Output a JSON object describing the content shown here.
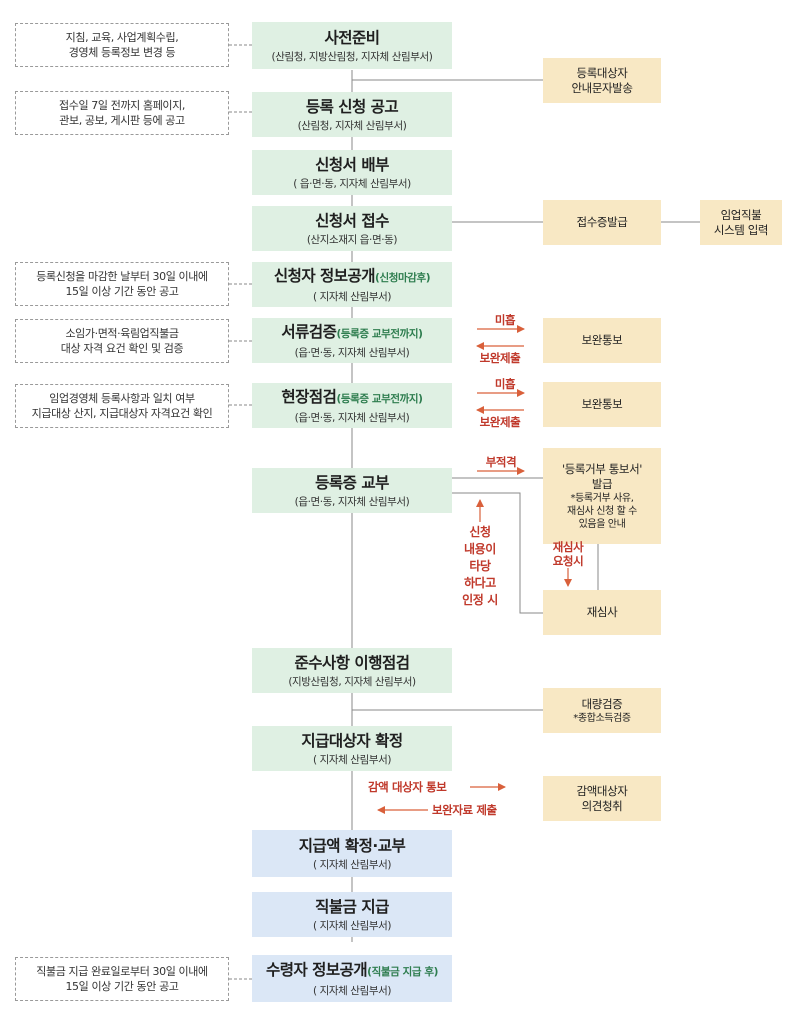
{
  "steps": {
    "s1": {
      "title": "사전준비",
      "sub": "(산림청, 지방산림청, 지자체 산림부서)"
    },
    "s2": {
      "title": "등록 신청 공고",
      "sub": "(산림청, 지자체 산림부서)"
    },
    "s3": {
      "title": "신청서 배부",
      "sub": "( 읍·면·동, 지자체 산림부서)"
    },
    "s4": {
      "title": "신청서 접수",
      "sub": "(산지소재지 읍·면·동)"
    },
    "s5": {
      "title": "신청자 정보공개",
      "tag": "(신청마감후)",
      "sub": "( 지자체 산림부서)"
    },
    "s6": {
      "title": "서류검증",
      "tag": "(등록증 교부전까지)",
      "sub": "(읍·면·동, 지자체 산림부서)"
    },
    "s7": {
      "title": "현장점검",
      "tag": "(등록증 교부전까지)",
      "sub": "(읍·면·동, 지자체 산림부서)"
    },
    "s8": {
      "title": "등록증 교부",
      "sub": "(읍·면·동, 지자체 산림부서)"
    },
    "s9": {
      "title": "준수사항 이행점검",
      "sub": "(지방산림청, 지자체 산림부서)"
    },
    "s10": {
      "title": "지급대상자 확정",
      "sub": "( 지자체 산림부서)"
    },
    "s11": {
      "title": "지급액 확정·교부",
      "sub": "( 지자체 산림부서)"
    },
    "s12": {
      "title": "직불금 지급",
      "sub": "( 지자체 산림부서)"
    },
    "s13": {
      "title": "수령자 정보공개",
      "tag": "(직불금 지급 후)",
      "sub": "( 지자체 산림부서)"
    }
  },
  "notes": {
    "n1": [
      "지침, 교육, 사업계획수립,",
      "경영체 등록정보 변경 등"
    ],
    "n2": [
      "접수일 7일 전까지 홈페이지,",
      "관보, 공보, 게시판 등에 공고"
    ],
    "n3": [
      "등록신청을 마감한 날부터 30일 이내에",
      "15일 이상 기간 동안 공고"
    ],
    "n4": [
      "소임가·면적·육림업직불금",
      "대상 자격 요건 확인 및 검증"
    ],
    "n5": [
      "임업경영체 등록사항과 일치 여부",
      "지급대상 산지, 지급대상자 자격요건 확인"
    ],
    "n6": [
      "직불금 지급 완료일로부터 30일 이내에",
      "15일 이상 기간 동안 공고"
    ]
  },
  "sides": {
    "notice": [
      "등록대상자",
      "안내문자발송"
    ],
    "receipt": "접수증발급",
    "system": [
      "임업직불",
      "시스템 입력"
    ],
    "supp1": "보완통보",
    "supp2": "보완통보",
    "refusal": {
      "title": [
        "'등록거부 통보서'",
        "발급"
      ],
      "detail": [
        "*등록거부 사유,",
        "재심사 신청 할 수",
        "있음을 안내"
      ]
    },
    "review": "재심사",
    "bulk": {
      "title": "대량검증",
      "detail": "*종합소득검증"
    },
    "reduce": [
      "감액대상자",
      "의견청취"
    ]
  },
  "labels": {
    "insufficient1": "미흡",
    "resubmit1": "보완제출",
    "insufficient2": "미흡",
    "resubmit2": "보완제출",
    "unfit": "부적격",
    "review_req": [
      "재심사",
      "요청시"
    ],
    "valid": [
      "신청",
      "내용이",
      "타당",
      "하다고",
      "인정 시"
    ],
    "reduce_notice": "감액 대상자 통보",
    "supp_submit": "보완자료 제출"
  },
  "colors": {
    "main": "#dff0e3",
    "main_blue": "#dbe7f6",
    "side": "#f8e8c4",
    "arrow": "#d9603b",
    "line": "#888888"
  }
}
